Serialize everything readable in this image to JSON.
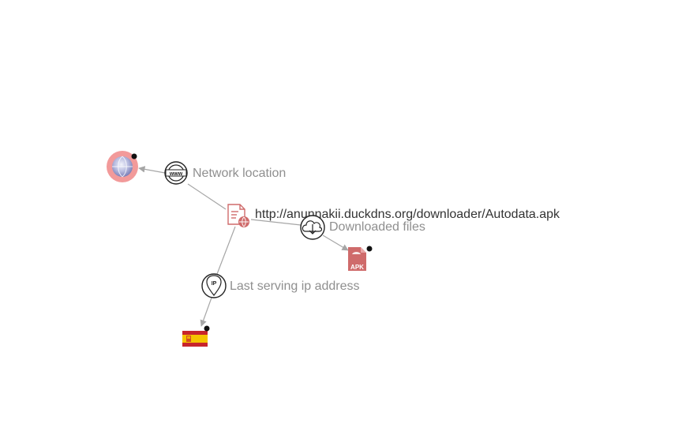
{
  "graph": {
    "url_node": {
      "label": "http://anunnakii.duckdns.org/downloader/Autodata.apk",
      "icon": "url-document-icon"
    },
    "relations": {
      "network_location": "Network location",
      "downloaded_files": "Downloaded files",
      "last_serving_ip": "Last serving ip address"
    },
    "relation_icons": {
      "network_location": "www-icon",
      "downloaded_files": "cloud-download-icon",
      "last_serving_ip": "ip-location-icon"
    },
    "domain_node": {
      "icon": "globe-icon"
    },
    "file_node": {
      "icon_text": "APK",
      "icon": "apk-file-icon"
    },
    "country_node": {
      "icon": "spain-flag-icon"
    },
    "colors": {
      "edge": "#a6a6a6",
      "relation_label": "#8f8f8f",
      "url_label": "#333333",
      "file_icon": "#cf6b6b",
      "domain_ring": "#f29a9a",
      "flag_red": "#c8252c",
      "flag_yellow": "#f5c400"
    }
  }
}
